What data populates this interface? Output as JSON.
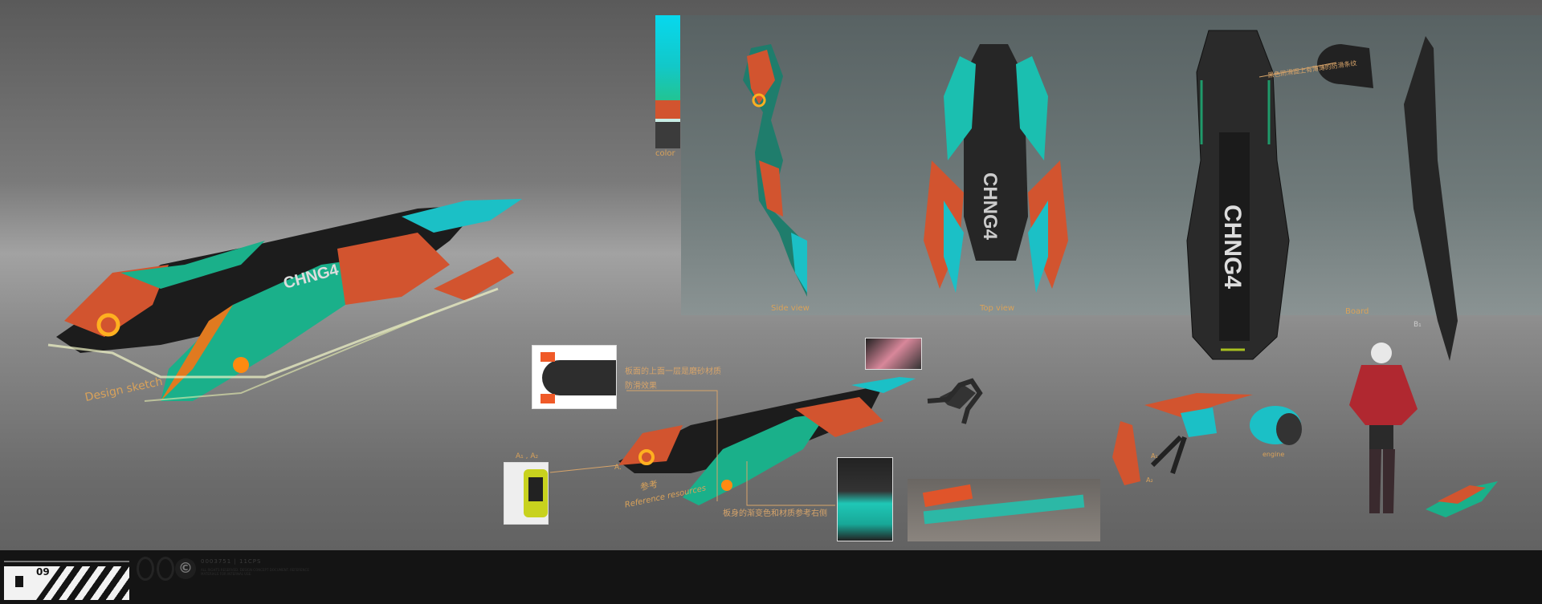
{
  "palette": {
    "label": "color",
    "colors": [
      "#07d8ee",
      "#22c493",
      "#d2542f",
      "#c8ece4",
      "#3b3b3b"
    ]
  },
  "views": {
    "side_view": "Side view",
    "top_view": "Top view",
    "board": "Board",
    "board_logo": "CHNG4",
    "board_note": "黑色防滑面上有薄薄的防滑条纹"
  },
  "main_sketch": {
    "label": "Design sketch",
    "logo": "CHNG4"
  },
  "references": {
    "skateboard_note_line1": "板面的上面一层是磨砂材质",
    "skateboard_note_line2": "防滑效果",
    "camera_markers": "A₁ , A₂",
    "marker_a": "A.",
    "title_cn": "参考",
    "title_en": "Reference resources",
    "body_note": "板身的渐变色和材质参考右侧"
  },
  "parts": {
    "engine_label": "engine",
    "marker_a1": "A₁",
    "marker_a2": "A₂",
    "marker_b": "B₁"
  },
  "footer": {
    "page_number": "09",
    "code_text": "0003751 | 11CPS",
    "fine_print": "ALL RIGHTS RESERVED. DESIGN CONCEPT DOCUMENT. REFERENCE MATERIALS FOR INTERNAL USE."
  }
}
